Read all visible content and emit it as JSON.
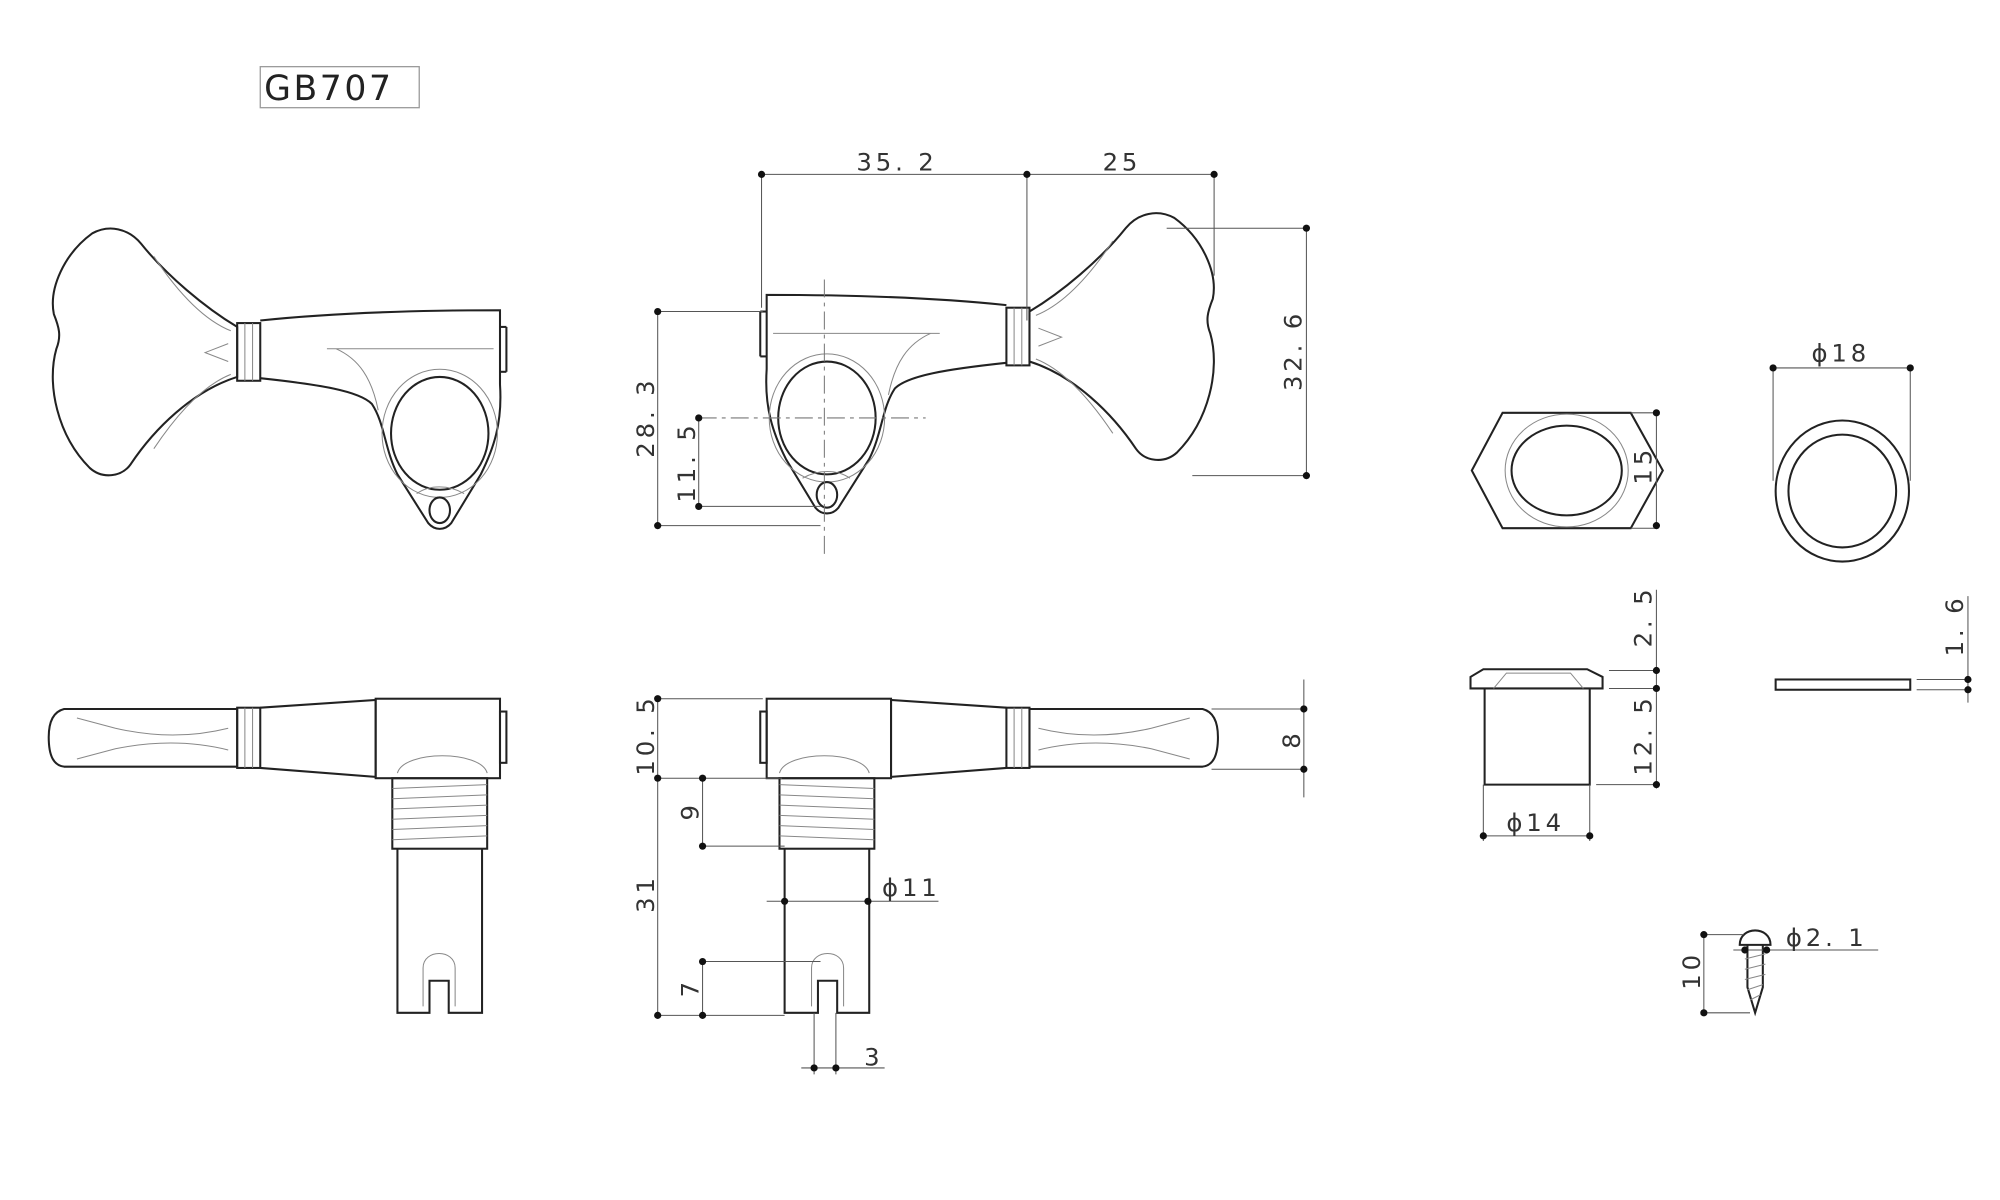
{
  "title": "GB707",
  "dimensions": {
    "width_body": "35. 2",
    "width_knob": "25",
    "knob_height": "32. 6",
    "housing_height": "28. 3",
    "post_center_height": "11. 5",
    "housing_thickness": "10. 5",
    "post_length": "31",
    "thread_length": "9",
    "slot_depth": "7",
    "post_diameter": "ϕ11",
    "slot_width": "3",
    "knob_thickness": "8",
    "nut_across_flats": "15",
    "washer_diameter": "ϕ18",
    "bushing_flange": "2. 5",
    "bushing_length": "12. 5",
    "bushing_diameter": "ϕ14",
    "washer_thickness": "1. 6",
    "screw_length": "10",
    "screw_diameter": "ϕ2. 1"
  }
}
